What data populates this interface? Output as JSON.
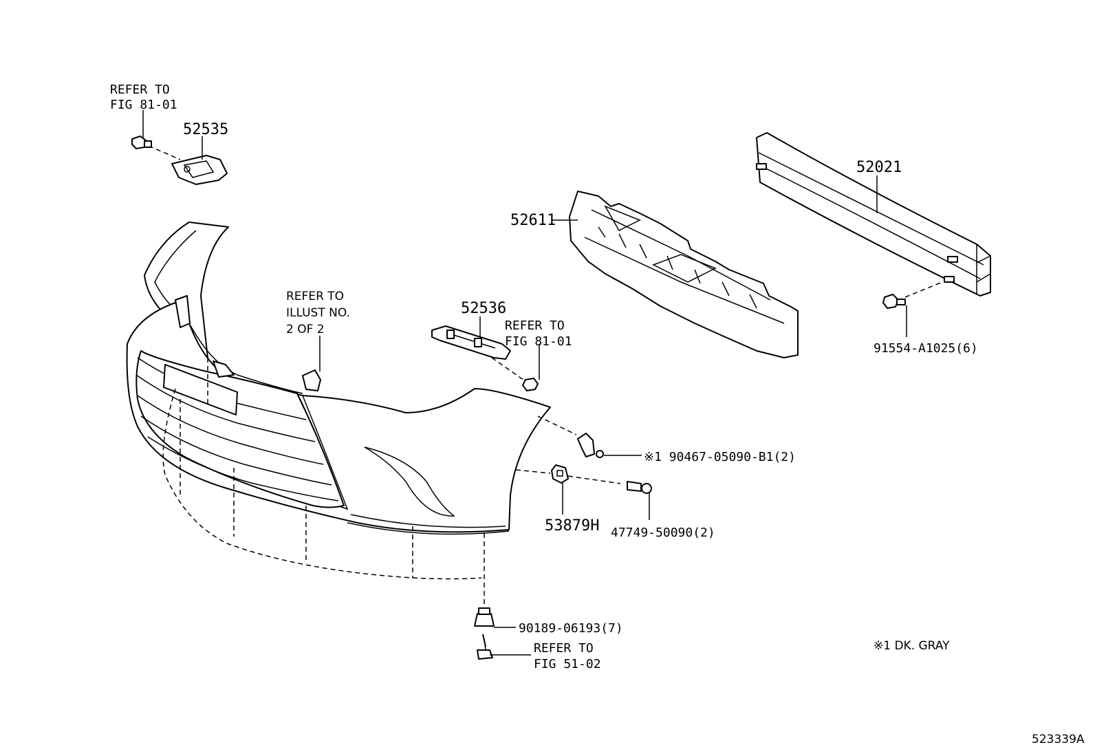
{
  "labels": {
    "refer_81_01_top": [
      "REFER TO",
      "FIG 81-01"
    ],
    "refer_illust": [
      "REFER TO",
      "ILLUST NO.",
      "2 OF 2"
    ],
    "refer_81_01_mid": [
      "REFER TO",
      "FIG 81-01"
    ],
    "refer_51_02": [
      "REFER TO",
      "FIG 51-02"
    ],
    "p52535": "52535",
    "p52536": "52536",
    "p52611": "52611",
    "p52021": "52021",
    "p91554": "91554-A1025(6)",
    "p90467": "※1 90467-05090-B1(2)",
    "p53879h": "53879H",
    "p47749": "47749-50090(2)",
    "p90189": "90189-06193(7)",
    "note_color": "※1 DK. GRAY",
    "drawing_number": "523339A"
  },
  "icons": [
    "bolt-icon",
    "clip-icon",
    "screw-icon",
    "retainer-icon"
  ]
}
